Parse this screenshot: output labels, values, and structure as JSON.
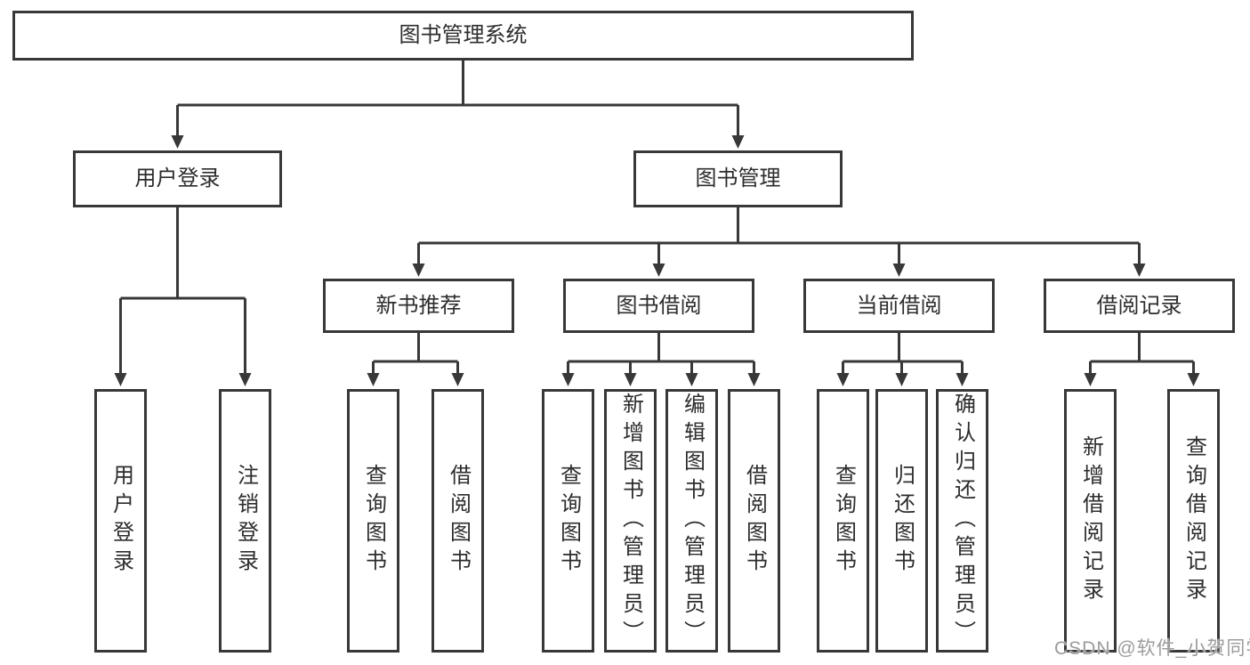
{
  "tree": {
    "root": "图书管理系统",
    "branches": [
      {
        "label": "用户登录",
        "children": [
          "用户登录",
          "注销登录"
        ]
      },
      {
        "label": "图书管理",
        "sections": [
          {
            "label": "新书推荐",
            "children": [
              "查询图书",
              "借阅图书"
            ]
          },
          {
            "label": "图书借阅",
            "children": [
              "查询图书",
              "新增图书（管理员）",
              "编辑图书（管理员）",
              "借阅图书"
            ]
          },
          {
            "label": "当前借阅",
            "children": [
              "查询图书",
              "归还图书",
              "确认归还（管理员）"
            ]
          },
          {
            "label": "借阅记录",
            "children": [
              "新增借阅记录",
              "查询借阅记录"
            ]
          }
        ]
      }
    ]
  },
  "watermark": {
    "text": "CSDN @软件_小贺同学"
  },
  "colors": {
    "line": "#383838",
    "text": "#2d2d2d",
    "box_background": "#ffffff",
    "watermark": "#9c9c9c"
  }
}
